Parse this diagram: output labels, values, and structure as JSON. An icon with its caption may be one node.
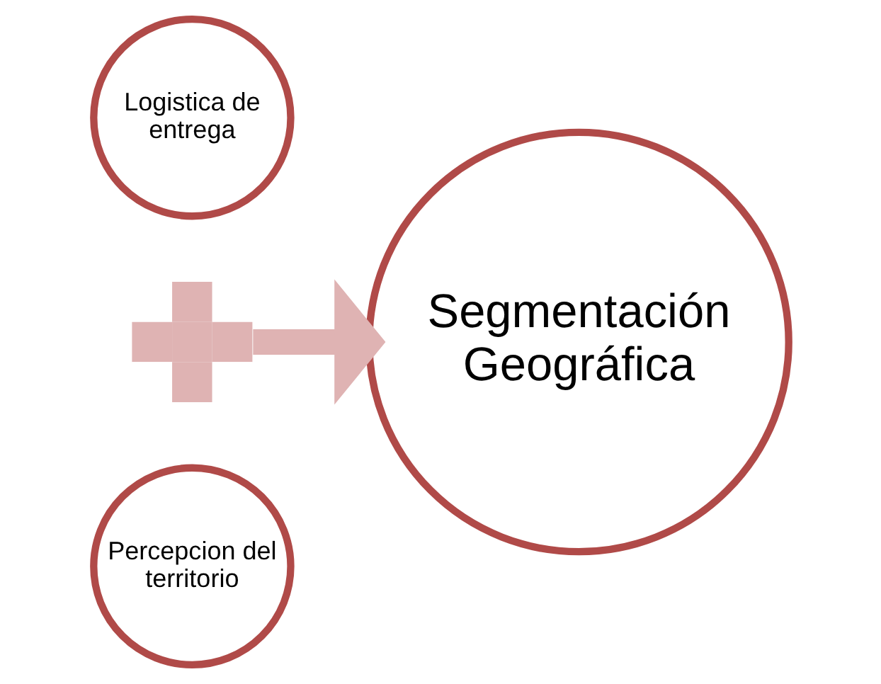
{
  "diagram": {
    "nodes": [
      {
        "text": [
          "Logistica de entrega"
        ]
      },
      {
        "text": [],
        "shape": "plus"
      },
      {
        "text": [
          "Percepcion del territorio"
        ]
      },
      {
        "text": [
          "Segmentación Geográfica"
        ]
      }
    ],
    "edges": [
      {
        "from": 1,
        "to": 3,
        "arrow": "to",
        "color": "#dfb3b3"
      }
    ]
  }
}
